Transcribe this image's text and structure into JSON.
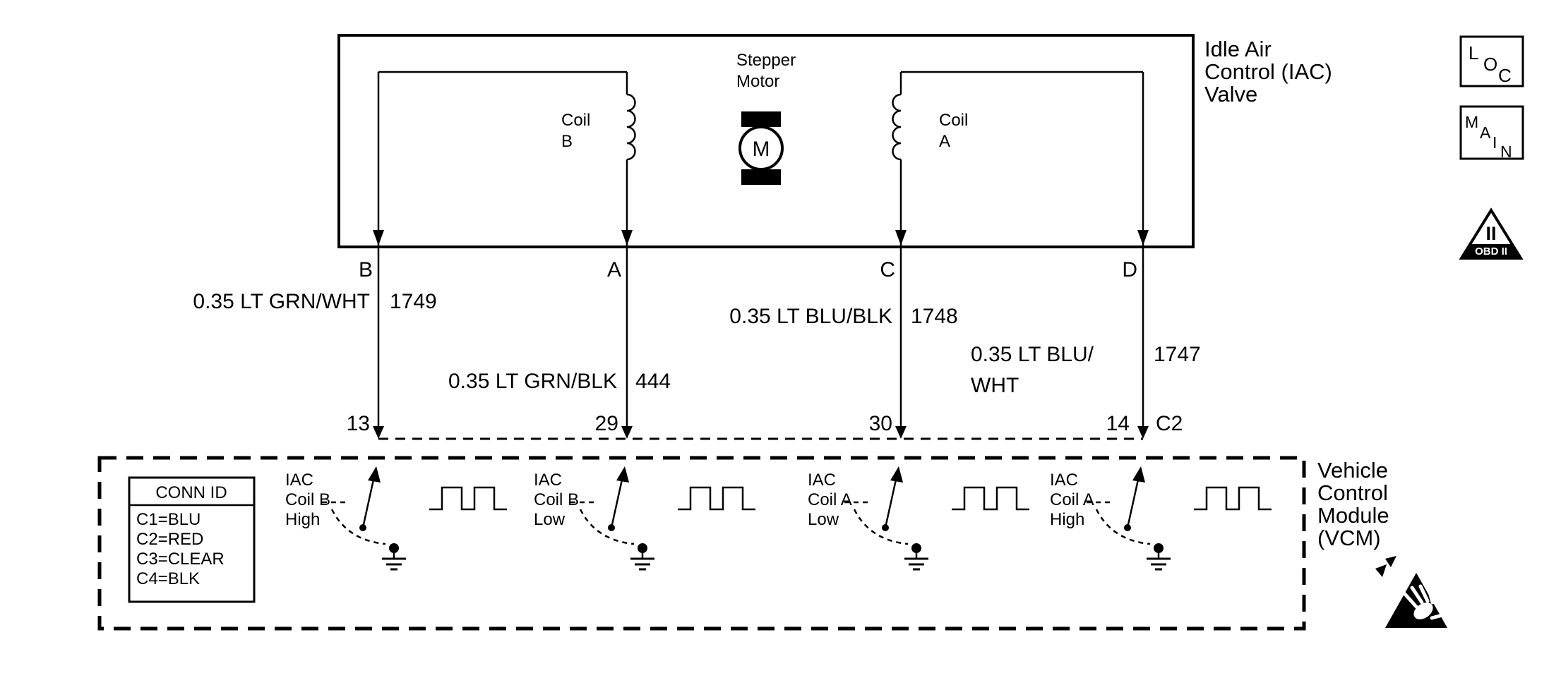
{
  "diagram": {
    "valve": {
      "title_lines": [
        "Idle Air",
        "Control (IAC)",
        "Valve"
      ],
      "stepper_label_lines": [
        "Stepper",
        "Motor"
      ],
      "motor_letter": "M",
      "coil_b_lines": [
        "Coil",
        "B"
      ],
      "coil_a_lines": [
        "Coil",
        "A"
      ],
      "terminals": [
        "B",
        "A",
        "C",
        "D"
      ]
    },
    "wires": {
      "b": {
        "label": "0.35 LT GRN/WHT",
        "circuit": "1749",
        "pin": "13"
      },
      "a": {
        "label": "0.35 LT GRN/BLK",
        "circuit": "444",
        "pin": "29"
      },
      "c": {
        "label": "0.35 LT BLU/BLK",
        "circuit": "1748",
        "pin": "30"
      },
      "d": {
        "label_lines": [
          "0.35 LT BLU/",
          "WHT"
        ],
        "circuit": "1747",
        "pin": "14"
      }
    },
    "connector_label": "C2",
    "vcm": {
      "title_lines": [
        "Vehicle",
        "Control",
        "Module",
        "(VCM)"
      ],
      "conn_id": {
        "title": "CONN ID",
        "entries": [
          "C1=BLU",
          "C2=RED",
          "C3=CLEAR",
          "C4=BLK"
        ]
      },
      "drivers": [
        {
          "lines": [
            "IAC",
            "Coil B",
            "High"
          ]
        },
        {
          "lines": [
            "IAC",
            "Coil B",
            "Low"
          ]
        },
        {
          "lines": [
            "IAC",
            "Coil A",
            "Low"
          ]
        },
        {
          "lines": [
            "IAC",
            "Coil A",
            "High"
          ]
        }
      ]
    },
    "badges": {
      "loc_letters": [
        "L",
        "O",
        "C"
      ],
      "main_letters": [
        "M",
        "A",
        "I",
        "N"
      ],
      "obd_numeral": "II",
      "obd_label": "OBD II"
    },
    "colors": {
      "ink": "#000000",
      "paper": "#ffffff"
    }
  }
}
